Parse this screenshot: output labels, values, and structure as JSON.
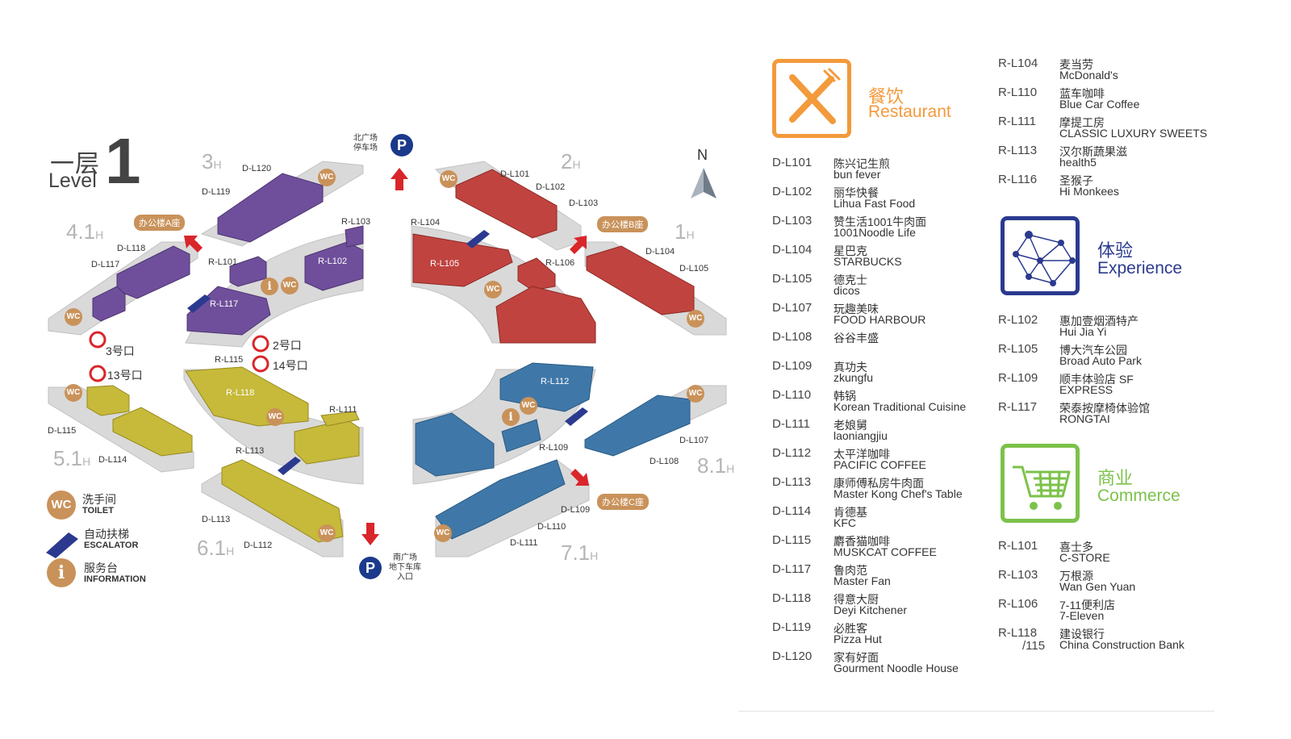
{
  "level": {
    "cn": "一层",
    "en": "Level",
    "number": "1"
  },
  "compass": "N",
  "zones": [
    {
      "num": "3",
      "unit": "H"
    },
    {
      "num": "2",
      "unit": "H"
    },
    {
      "num": "4.1",
      "unit": "H"
    },
    {
      "num": "1",
      "unit": "H"
    },
    {
      "num": "5.1",
      "unit": "H"
    },
    {
      "num": "8.1",
      "unit": "H"
    },
    {
      "num": "6.1",
      "unit": "H"
    },
    {
      "num": "7.1",
      "unit": "H"
    }
  ],
  "parking": {
    "symbol": "P",
    "north": [
      "北广场",
      "停车场"
    ],
    "south": [
      "南广场",
      "地下车库",
      "入口"
    ]
  },
  "offices": {
    "a": "办公楼A座",
    "b": "办公楼B座",
    "c": "办公楼C座"
  },
  "exits": {
    "e3": "3号口",
    "e13": "13号口",
    "e2": "2号口",
    "e14": "14号口"
  },
  "symbols": {
    "wc": "WC",
    "info": "i"
  },
  "units": {
    "dl101": "D-L101",
    "dl102": "D-L102",
    "dl103": "D-L103",
    "dl104": "D-L104",
    "dl105": "D-L105",
    "dl107": "D-L107",
    "dl108": "D-L108",
    "dl109": "D-L109",
    "dl110": "D-L110",
    "dl111": "D-L111",
    "dl112": "D-L112",
    "dl113": "D-L113",
    "dl114": "D-L114",
    "dl115": "D-L115",
    "dl117": "D-L117",
    "dl118": "D-L118",
    "dl119": "D-L119",
    "dl120": "D-L120",
    "rl101": "R-L101",
    "rl102": "R-L102",
    "rl103": "R-L103",
    "rl104": "R-L104",
    "rl105": "R-L105",
    "rl106": "R-L106",
    "rl109": "R-L109",
    "rl111": "R-L111",
    "rl112": "R-L112",
    "rl113": "R-L113",
    "rl115": "R-L115",
    "rl117": "R-L117",
    "rl118": "R-L118"
  },
  "legend": [
    {
      "cn": "洗手间",
      "en": "TOILET"
    },
    {
      "cn": "自动扶梯",
      "en": "ESCALATOR"
    },
    {
      "cn": "服务台",
      "en": "INFORMATION"
    }
  ],
  "colors": {
    "restaurant": "#f39a3b",
    "experience": "#2b3a8f",
    "commerce": "#7cc24a",
    "purple": "#6f4f9b",
    "red": "#c0433f",
    "olive": "#c7b93a",
    "blue": "#3f78a8",
    "floor": "#d9d9d9",
    "wc": "#c9925a",
    "arrow": "#d9262b",
    "parking": "#1b3a8c"
  },
  "directory": {
    "restaurant": {
      "cn": "餐饮",
      "en": "Restaurant",
      "entries": [
        {
          "code": "D-L101",
          "cn": "陈兴记生煎",
          "en": "bun fever"
        },
        {
          "code": "D-L102",
          "cn": "丽华快餐",
          "en": "Lihua  Fast  Food"
        },
        {
          "code": "D-L103",
          "cn": "赞生活1001牛肉面",
          "en": "1001Noodle  Life"
        },
        {
          "code": "D-L104",
          "cn": "星巴克",
          "en": "STARBUCKS"
        },
        {
          "code": "D-L105",
          "cn": "德克士",
          "en": "dicos"
        },
        {
          "code": "D-L107",
          "cn": "玩趣美味",
          "en": "FOOD HARBOUR"
        },
        {
          "code": "D-L108",
          "cn": "谷谷丰盛",
          "en": ""
        },
        {
          "code": "D-L109",
          "cn": "真功夫",
          "en": "zkungfu"
        },
        {
          "code": "D-L110",
          "cn": "韩锅",
          "en": "Korean Traditional Cuisine"
        },
        {
          "code": "D-L111",
          "cn": "老娘舅",
          "en": "laoniangjiu"
        },
        {
          "code": "D-L112",
          "cn": "太平洋咖啡",
          "en": "PACIFIC COFFEE"
        },
        {
          "code": "D-L113",
          "cn": "康师傅私房牛肉面",
          "en": "Master Kong Chef's Table"
        },
        {
          "code": "D-L114",
          "cn": "肯德基",
          "en": "KFC"
        },
        {
          "code": "D-L115",
          "cn": "麝香猫咖啡",
          "en": "MUSKCAT  COFFEE"
        },
        {
          "code": "D-L117",
          "cn": "鲁肉范",
          "en": "Master  Fan"
        },
        {
          "code": "D-L118",
          "cn": "得意大厨",
          "en": "Deyi  Kitchener"
        },
        {
          "code": "D-L119",
          "cn": "必胜客",
          "en": "Pizza  Hut"
        },
        {
          "code": "D-L120",
          "cn": "家有好面",
          "en": "Gourment  Noodle  House"
        }
      ],
      "extra": [
        {
          "code": "R-L104",
          "cn": "麦当劳",
          "en": "McDonald's"
        },
        {
          "code": "R-L110",
          "cn": "蓝车咖啡",
          "en": "Blue  Car  Coffee"
        },
        {
          "code": "R-L111",
          "cn": "摩提工房",
          "en": "CLASSIC  LUXURY  SWEETS"
        },
        {
          "code": "R-L113",
          "cn": "汉尔斯蔬果滋",
          "en": "health5"
        },
        {
          "code": "R-L116",
          "cn": "圣猴子",
          "en": "Hi  Monkees"
        }
      ]
    },
    "experience": {
      "cn": "体验",
      "en": "Experience",
      "entries": [
        {
          "code": "R-L102",
          "cn": "惠加壹烟酒特产",
          "en": "Hui  Jia  Yi"
        },
        {
          "code": "R-L105",
          "cn": "博大汽车公园",
          "en": "Broad  Auto  Park"
        },
        {
          "code": "R-L109",
          "cn": "顺丰体验店 SF",
          "en": "EXPRESS"
        },
        {
          "code": "R-L117",
          "cn": "荣泰按摩椅体验馆",
          "en": "RONGTAI"
        }
      ]
    },
    "commerce": {
      "cn": "商业",
      "en": "Commerce",
      "entries": [
        {
          "code": "R-L101",
          "cn": "喜士多",
          "en": "C-STORE"
        },
        {
          "code": "R-L103",
          "cn": "万根源",
          "en": "Wan Gen Yuan"
        },
        {
          "code": "R-L106",
          "cn": "7-11便利店",
          "en": "7-Eleven"
        },
        {
          "code": "R-L118",
          "code2": "/115",
          "cn": "建设银行",
          "en": "China  Construction  Bank"
        }
      ]
    }
  }
}
